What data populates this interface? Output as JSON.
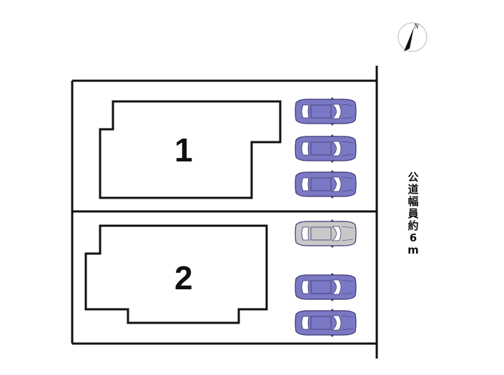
{
  "compass": {
    "label": "N"
  },
  "road": {
    "label_chars": [
      "公",
      "道",
      "幅",
      "員",
      "約",
      "6",
      "m"
    ],
    "label": "公道幅員約6m"
  },
  "lots": [
    {
      "number": "1"
    },
    {
      "number": "2"
    }
  ],
  "parking": {
    "car_color_available": "#7b78c4",
    "car_color_existing": "#c8c8c8",
    "cars": [
      {
        "lot": "1",
        "state": "available"
      },
      {
        "lot": "1",
        "state": "available"
      },
      {
        "lot": "1",
        "state": "available"
      },
      {
        "lot": "2",
        "state": "existing"
      },
      {
        "lot": "2",
        "state": "available"
      },
      {
        "lot": "2",
        "state": "available"
      }
    ]
  }
}
